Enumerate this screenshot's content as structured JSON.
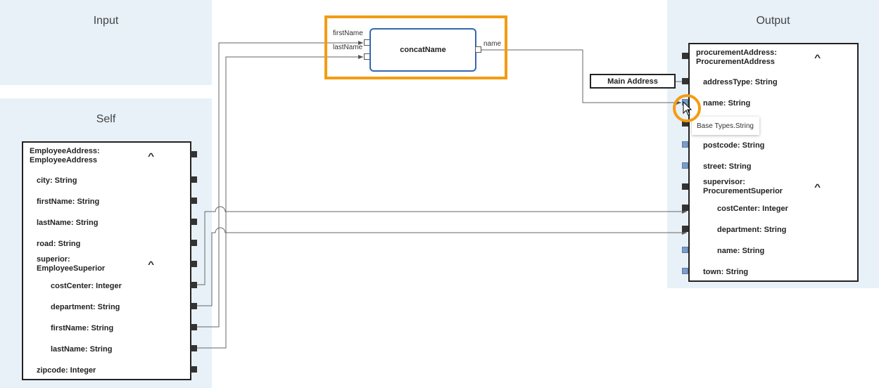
{
  "panels": {
    "input_title": "Input",
    "self_title": "Self",
    "output_title": "Output"
  },
  "self_node": {
    "header_line1": "EmployeeAddress:",
    "header_line2": "EmployeeAddress",
    "rows": {
      "city": "city: String",
      "firstName": "firstName: String",
      "lastName": "lastName: String",
      "road": "road: String",
      "superior_line1": "superior:",
      "superior_line2": "EmployeeSuperior",
      "costCenter": "costCenter: Integer",
      "department": "department: String",
      "sup_firstName": "firstName: String",
      "sup_lastName": "lastName: String",
      "zipcode": "zipcode: Integer"
    }
  },
  "function_node": {
    "name": "concatName",
    "input1": "firstName",
    "input2": "lastName",
    "output": "name"
  },
  "constant": {
    "value": "Main Address"
  },
  "output_node": {
    "header_line1": "procurementAddress:",
    "header_line2": "ProcurementAddress",
    "rows": {
      "addressType": "addressType: String",
      "name": "name: String",
      "postcode": "postcode: String",
      "street": "street: String",
      "supervisor_line1": "supervisor:",
      "supervisor_line2": "ProcurementSuperior",
      "costCenter": "costCenter: Integer",
      "department": "department: String",
      "sup_name": "name: String",
      "town": "town: String"
    }
  },
  "tooltip": {
    "text": "Base Types.String"
  },
  "icons": {
    "collapse": "^",
    "highlight_color": "#f39c12",
    "port_dark": "#333333",
    "port_blue": "#7a9cc6"
  }
}
